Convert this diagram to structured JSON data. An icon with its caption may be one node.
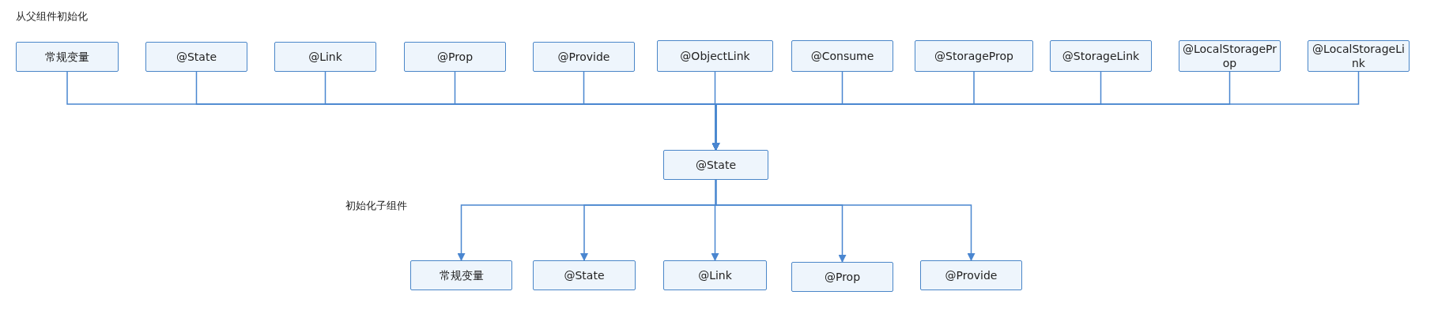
{
  "diagram": {
    "nodes": [
      {
        "text": [
          "常规变量"
        ]
      },
      {
        "text": [
          "@State"
        ]
      },
      {
        "text": [
          "@Link"
        ]
      },
      {
        "text": [
          "@Prop"
        ]
      },
      {
        "text": [
          "@Provide"
        ]
      },
      {
        "text": [
          "@ObjectLink"
        ]
      },
      {
        "text": [
          "@Consume"
        ]
      },
      {
        "text": [
          "@StorageProp"
        ]
      },
      {
        "text": [
          "@StorageLink"
        ]
      },
      {
        "text": [
          "@LocalStorageProp"
        ]
      },
      {
        "text": [
          "@LocalStorageLink"
        ]
      },
      {
        "text": [
          "@State"
        ]
      },
      {
        "text": [
          "常规变量"
        ]
      },
      {
        "text": [
          "@State"
        ]
      },
      {
        "text": [
          "@Link"
        ]
      },
      {
        "text": [
          "@Prop"
        ]
      },
      {
        "text": [
          "@Provide"
        ]
      }
    ],
    "edges": [
      {
        "from": 0,
        "to": 11,
        "arrow": "to"
      },
      {
        "from": 1,
        "to": 11,
        "arrow": "to"
      },
      {
        "from": 2,
        "to": 11,
        "arrow": "to"
      },
      {
        "from": 3,
        "to": 11,
        "arrow": "to"
      },
      {
        "from": 4,
        "to": 11,
        "arrow": "to"
      },
      {
        "from": 5,
        "to": 11,
        "arrow": "to"
      },
      {
        "from": 6,
        "to": 11,
        "arrow": "to"
      },
      {
        "from": 7,
        "to": 11,
        "arrow": "to"
      },
      {
        "from": 8,
        "to": 11,
        "arrow": "to"
      },
      {
        "from": 9,
        "to": 11,
        "arrow": "to"
      },
      {
        "from": 10,
        "to": 11,
        "arrow": "to"
      },
      {
        "from": 11,
        "to": 12,
        "arrow": "to"
      },
      {
        "from": 11,
        "to": 13,
        "arrow": "to"
      },
      {
        "from": 11,
        "to": 14,
        "arrow": "to"
      },
      {
        "from": 11,
        "to": 15,
        "arrow": "to"
      },
      {
        "from": 11,
        "to": 16,
        "arrow": "to"
      }
    ],
    "labels": [
      "从父组件初始化",
      "初始化子组件"
    ]
  }
}
